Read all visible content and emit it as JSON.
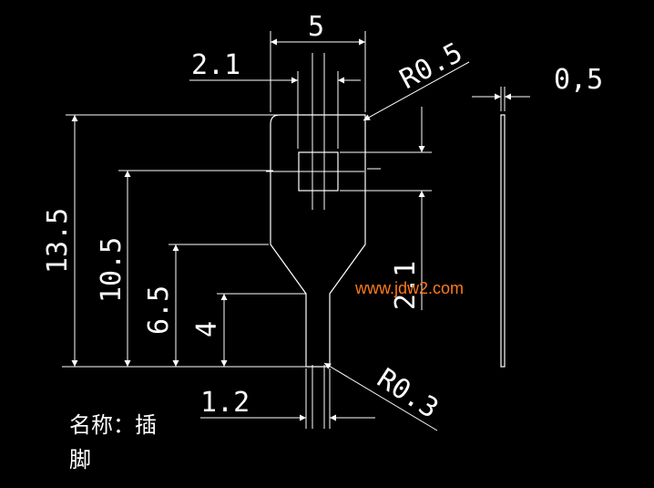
{
  "colors": {
    "background": "#000000",
    "lines": "#ffffff",
    "watermark": "#ff7a1a"
  },
  "dimensions": {
    "top_width": "5",
    "width_2_1": "2.1",
    "radius_top": "R0.5",
    "thickness": "0,5",
    "height_13_5": "13.5",
    "height_10_5": "10.5",
    "height_6_5": "6.5",
    "height_4": "4",
    "right_2_1": "2.1",
    "pin_width": "1.2",
    "radius_bottom": "R0.3"
  },
  "title": {
    "line1": "名称：插",
    "line2": "脚"
  },
  "watermark": "www.jdw2.com"
}
